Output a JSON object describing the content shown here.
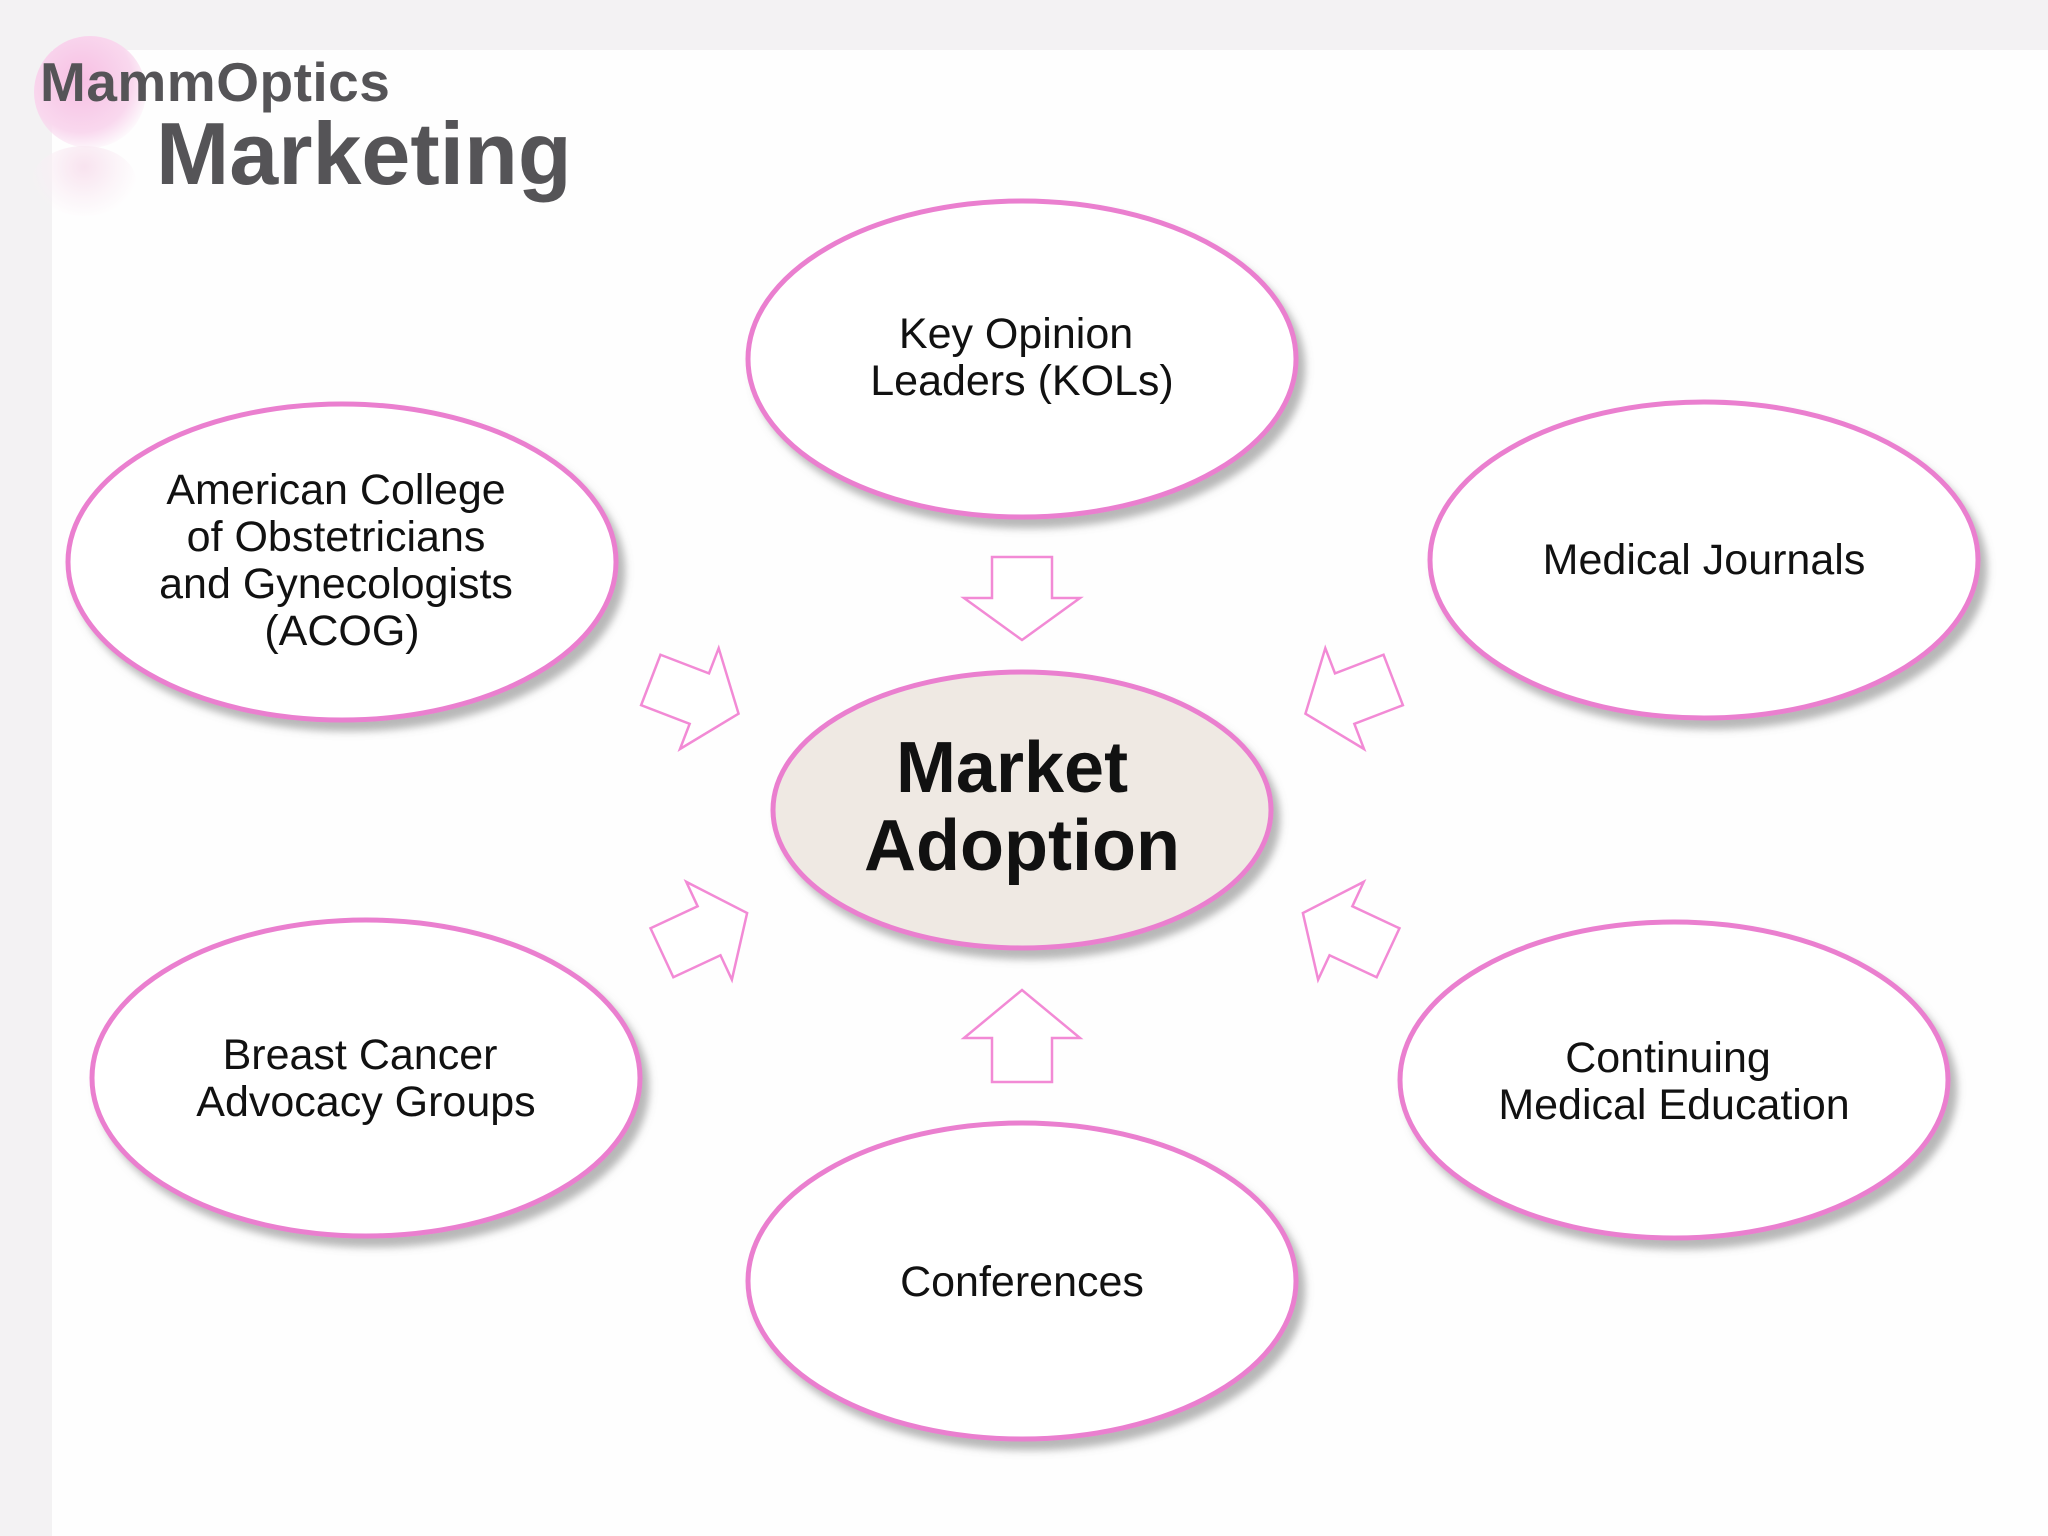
{
  "logo": {
    "brand": "MammOptics",
    "heading": "Marketing"
  },
  "center": {
    "lines": [
      "Market",
      "Adoption"
    ]
  },
  "nodes": {
    "kols": {
      "lines": [
        "Key Opinion",
        "Leaders (KOLs)"
      ]
    },
    "acog": {
      "lines": [
        "American College",
        "of Obstetricians",
        "and Gynecologists",
        "(ACOG)"
      ]
    },
    "journals": {
      "lines": [
        "Medical Journals"
      ]
    },
    "advocacy": {
      "lines": [
        "Breast Cancer",
        "Advocacy Groups"
      ]
    },
    "cme": {
      "lines": [
        "Continuing",
        "Medical Education"
      ]
    },
    "conferences": {
      "lines": [
        "Conferences"
      ]
    }
  },
  "colors": {
    "outline": "#ea7fcf",
    "center_fill": "#efe9e3",
    "node_fill": "#ffffff",
    "arrow_stroke": "#f28ad5",
    "heading_text": "#555457"
  }
}
